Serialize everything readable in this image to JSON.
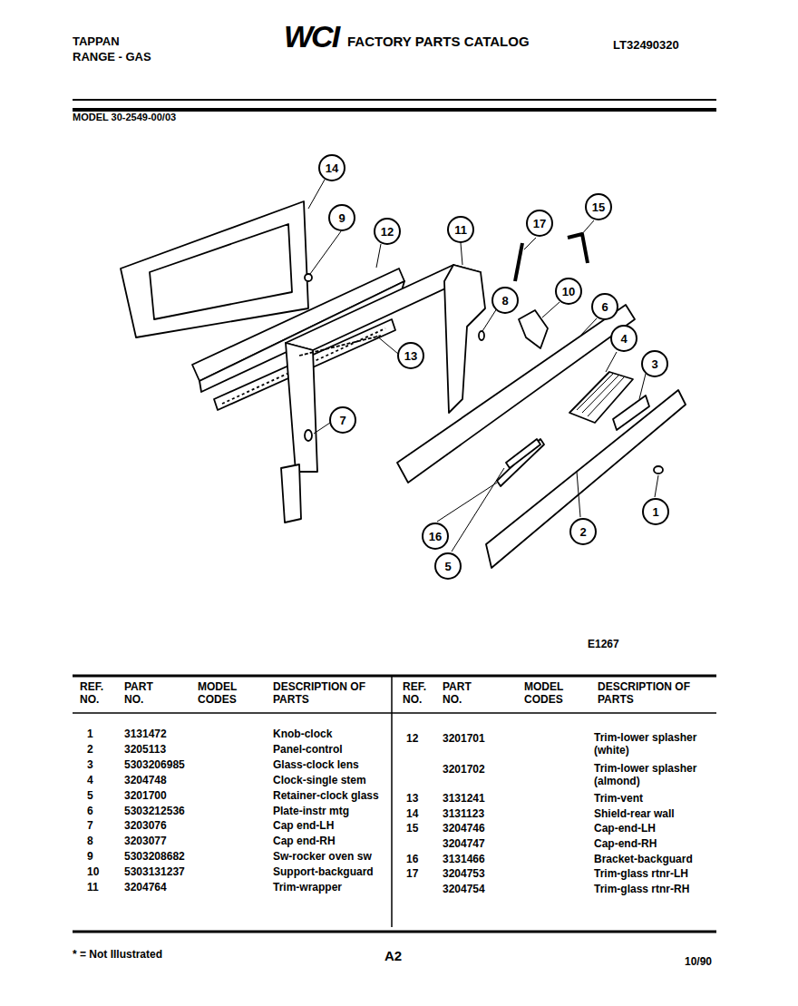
{
  "diagram": {
    "title": "FACTORY PARTS CATALOG",
    "nodes": [
      {
        "text": [
          "14"
        ]
      },
      {
        "text": [
          "15"
        ]
      },
      {
        "text": [
          "9"
        ]
      },
      {
        "text": [
          "17"
        ]
      },
      {
        "text": [
          "11"
        ]
      },
      {
        "text": [
          "12"
        ]
      },
      {
        "text": [
          "10"
        ]
      },
      {
        "text": [
          "8"
        ]
      },
      {
        "text": [
          "6"
        ]
      },
      {
        "text": [
          "4"
        ]
      },
      {
        "text": [
          "13"
        ]
      },
      {
        "text": [
          "3"
        ]
      },
      {
        "text": [
          "7"
        ]
      },
      {
        "text": [
          "1"
        ]
      },
      {
        "text": [
          "2"
        ]
      },
      {
        "text": [
          "16"
        ]
      },
      {
        "text": [
          "5"
        ]
      }
    ],
    "edges": [],
    "labels": [
      "WCI",
      "TAPPAN",
      "RANGE - GAS",
      "LT32490320",
      "MODEL 30-2549-00/03",
      "E1267",
      "REF. NO.",
      "PART NO.",
      "MODEL CODES",
      "DESCRIPTION OF PARTS",
      "REF. NO.",
      "PART NO.",
      "MODEL CODES",
      "DESCRIPTION OF PARTS",
      "1",
      "3131472",
      "Knob-clock",
      "2",
      "3205113",
      "Panel-control",
      "3",
      "5303206985",
      "Glass-clock lens",
      "4",
      "3204748",
      "Clock-single stem",
      "5",
      "3201700",
      "Retainer-clock glass",
      "6",
      "5303212536",
      "Plate-instr mtg",
      "7",
      "3203076",
      "Cap end-LH",
      "8",
      "3203077",
      "Cap end-RH",
      "9",
      "5303208682",
      "Sw-rocker oven sw",
      "10",
      "5303131237",
      "Support-backguard",
      "11",
      "3204764",
      "Trim-wrapper",
      "12",
      "3201701",
      "Trim-lower splasher (white)",
      "3201702",
      "Trim-lower splasher (almond)",
      "13",
      "3131241",
      "Trim-vent",
      "14",
      "3131123",
      "Shield-rear wall",
      "15",
      "3204746",
      "Cap-end-LH",
      "3204747",
      "Cap-end-RH",
      "16",
      "3131466",
      "Bracket-backguard",
      "17",
      "3204753",
      "Trim-glass rtnr-LH",
      "3204754",
      "Trim-glass rtnr-RH",
      "* = Not Illustrated",
      "A2",
      "10/90"
    ]
  }
}
